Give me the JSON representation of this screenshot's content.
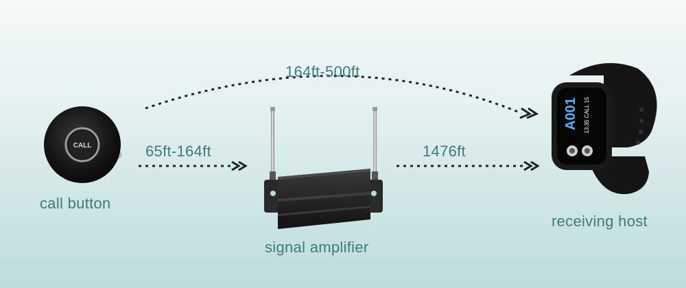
{
  "distances": {
    "direct": "164ft-500ft",
    "button_to_amplifier": "65ft-164ft",
    "amplifier_to_host": "1476ft"
  },
  "devices": {
    "call_button": {
      "label": "call button",
      "button_text": "CALL"
    },
    "signal_amplifier": {
      "label": "signal amplifier"
    },
    "receiving_host": {
      "label": "receiving host",
      "screen_text_main": "A001",
      "screen_text_sub": "13:35 CALL 15"
    }
  },
  "colors": {
    "text_teal": "#3f7a7a",
    "arrow_dark": "#222222",
    "device_black": "#1a1a1a",
    "screen_blue": "#4fb3ff"
  }
}
